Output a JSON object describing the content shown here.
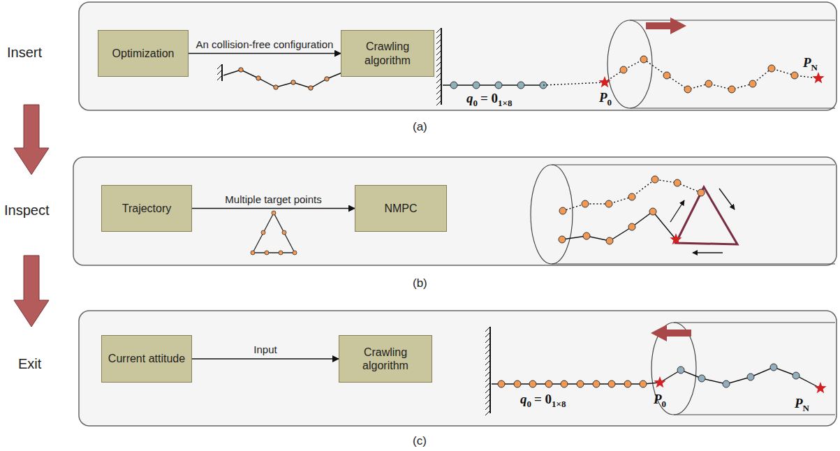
{
  "diagram": {
    "nodes": [
      {
        "text": [
          "Optimization"
        ]
      },
      {
        "text": [
          "Crawling algorithm"
        ]
      },
      {
        "text": [
          "Trajectory"
        ]
      },
      {
        "text": [
          "NMPC"
        ]
      },
      {
        "text": [
          "Current attitude"
        ]
      },
      {
        "text": [
          "Crawling algorithm"
        ]
      }
    ],
    "edges": [
      {
        "from": 0,
        "to": 1,
        "label": "An collision-free configuration",
        "arrow": "to"
      },
      {
        "from": 2,
        "to": 3,
        "label": "Multiple target points",
        "arrow": "to"
      },
      {
        "from": 4,
        "to": 5,
        "label": "Input",
        "arrow": "to"
      }
    ],
    "labels": [
      "Insert",
      "Inspect",
      "Exit",
      "(a)",
      "(b)",
      "(c)",
      "q",
      "0",
      "= 0",
      "1×8",
      "P",
      "0",
      "P",
      "N",
      "q",
      "0",
      "= 0",
      "1×8",
      "P",
      "0",
      "P",
      "N"
    ]
  }
}
